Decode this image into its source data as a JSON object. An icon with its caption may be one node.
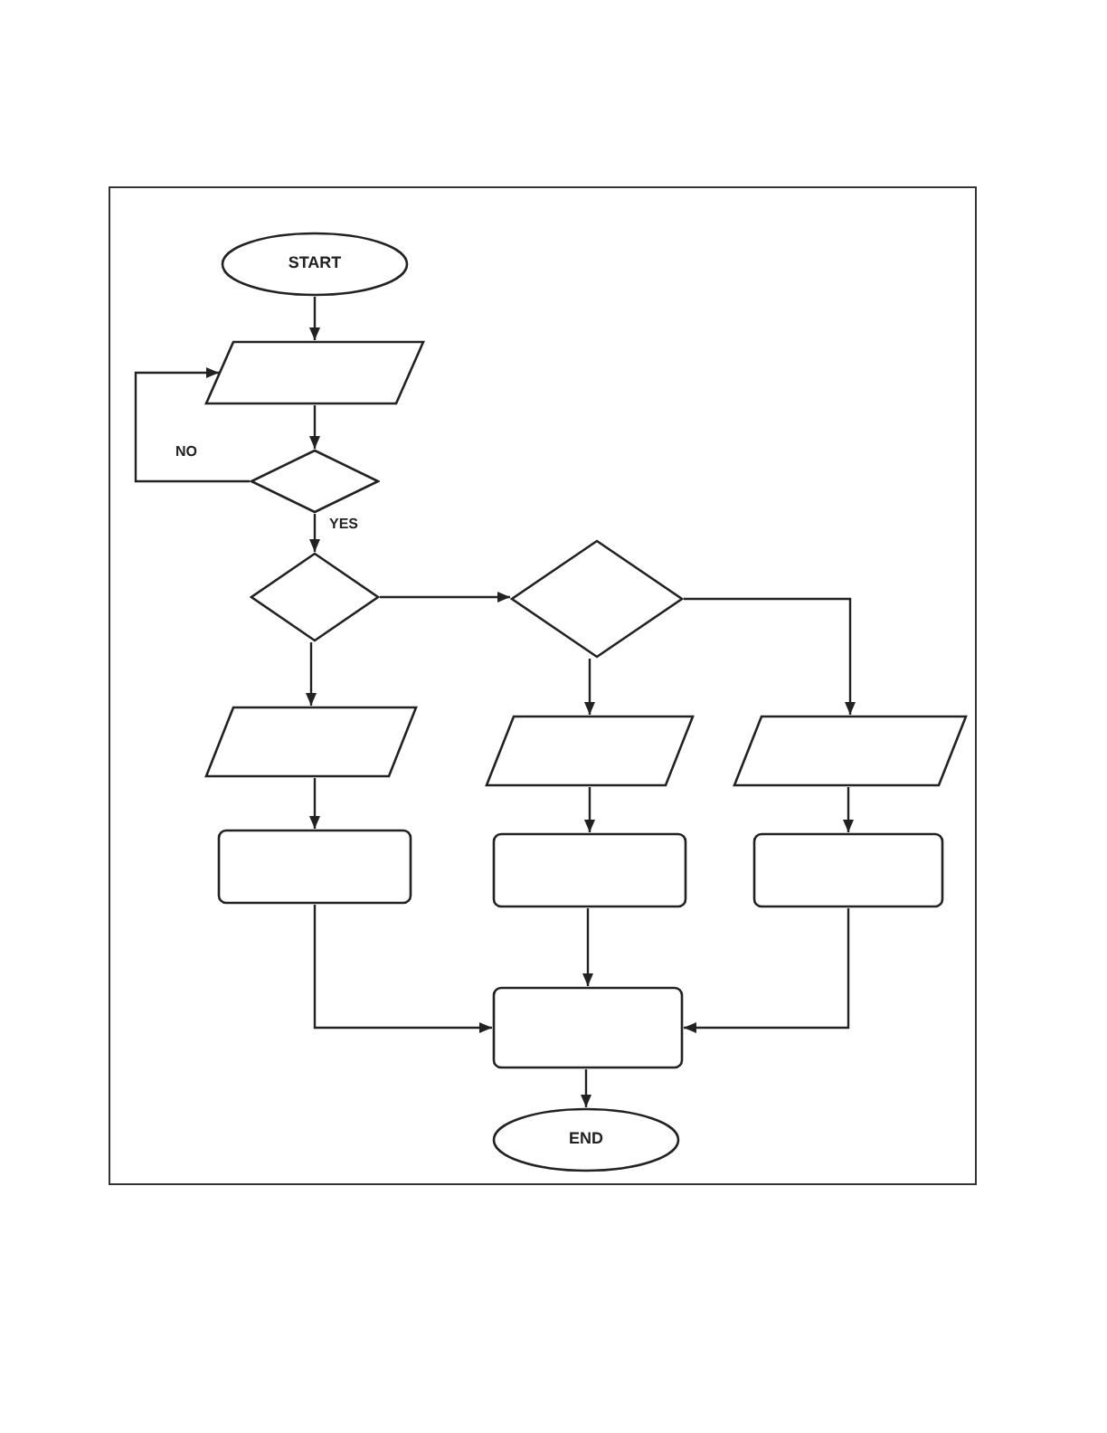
{
  "diagram": {
    "nodes": [
      {
        "text": [
          "START"
        ]
      },
      {
        "text": [],
        "shape": "parallelogram"
      },
      {
        "text": [],
        "shape": "diamond"
      },
      {
        "text": [],
        "shape": "diamond"
      },
      {
        "text": [],
        "shape": "diamond"
      },
      {
        "text": [],
        "shape": "parallelogram"
      },
      {
        "text": [],
        "shape": "parallelogram"
      },
      {
        "text": [],
        "shape": "parallelogram"
      },
      {
        "text": [],
        "shape": "box"
      },
      {
        "text": [],
        "shape": "box"
      },
      {
        "text": [],
        "shape": "box"
      },
      {
        "text": [],
        "shape": "box"
      },
      {
        "text": [
          "END"
        ]
      }
    ],
    "edges": [
      {
        "from": 0,
        "to": 1,
        "arrow": "to"
      },
      {
        "from": 1,
        "to": 2,
        "arrow": "to"
      },
      {
        "from": 2,
        "to": 1,
        "arrow": "to",
        "label": "NO"
      },
      {
        "from": 2,
        "to": 3,
        "arrow": "to",
        "label": "YES"
      },
      {
        "from": 3,
        "to": 4,
        "arrow": "to"
      },
      {
        "from": 3,
        "to": 5,
        "arrow": "to"
      },
      {
        "from": 4,
        "to": 6,
        "arrow": "to"
      },
      {
        "from": 4,
        "to": 7,
        "arrow": "to"
      },
      {
        "from": 5,
        "to": 8,
        "arrow": "to"
      },
      {
        "from": 6,
        "to": 9,
        "arrow": "to"
      },
      {
        "from": 7,
        "to": 10,
        "arrow": "to"
      },
      {
        "from": 8,
        "to": 11,
        "arrow": "to"
      },
      {
        "from": 9,
        "to": 11,
        "arrow": "to"
      },
      {
        "from": 10,
        "to": 11,
        "arrow": "to"
      },
      {
        "from": 11,
        "to": 12,
        "arrow": "to"
      }
    ]
  }
}
